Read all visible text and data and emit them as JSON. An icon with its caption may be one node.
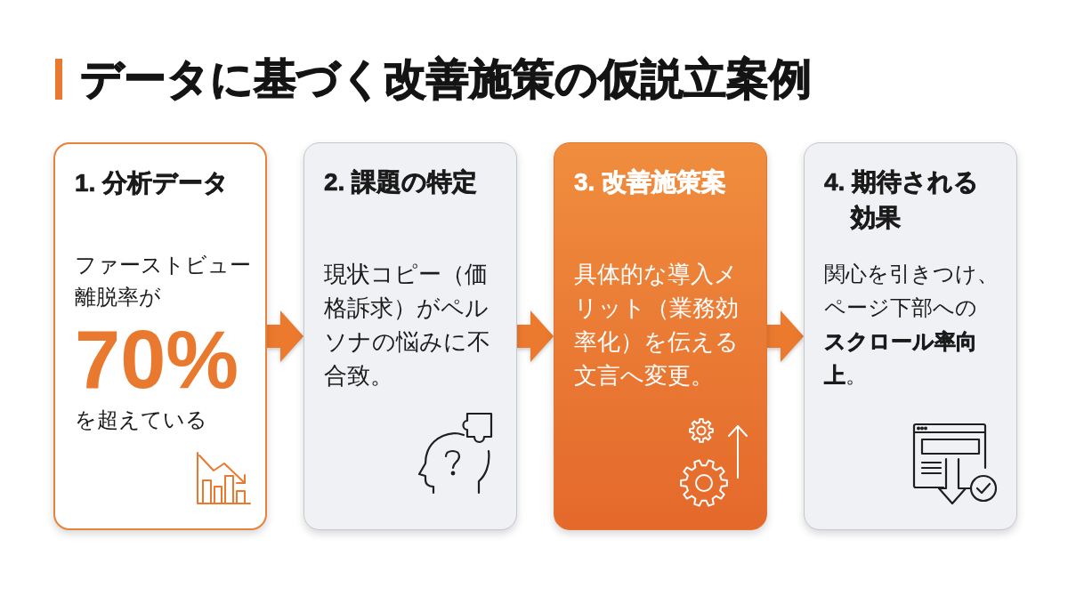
{
  "diagram": {
    "title": "データに基づく改善施策の仮説立案例",
    "nodes": [
      {
        "text": [
          "1. 分析データ",
          "ファーストビュー離脱率が",
          "70%",
          "を超えている"
        ]
      },
      {
        "text": [
          "2. 課題の特定",
          "現状コピー（価格訴求）がペルソナの悩みに不合致。"
        ]
      },
      {
        "text": [
          "3. 改善施策案",
          "具体的な導入メリット（業務効率化）を伝える文言へ変更。"
        ]
      },
      {
        "text": [
          "4. 期待される効果",
          "関心を引きつけ、ページ下部への**スクロール率向上**。"
        ]
      }
    ],
    "edges": [
      {
        "from": 0,
        "to": 1,
        "arrow": "to"
      },
      {
        "from": 1,
        "to": 2,
        "arrow": "to"
      },
      {
        "from": 2,
        "to": 3,
        "arrow": "to"
      }
    ]
  }
}
